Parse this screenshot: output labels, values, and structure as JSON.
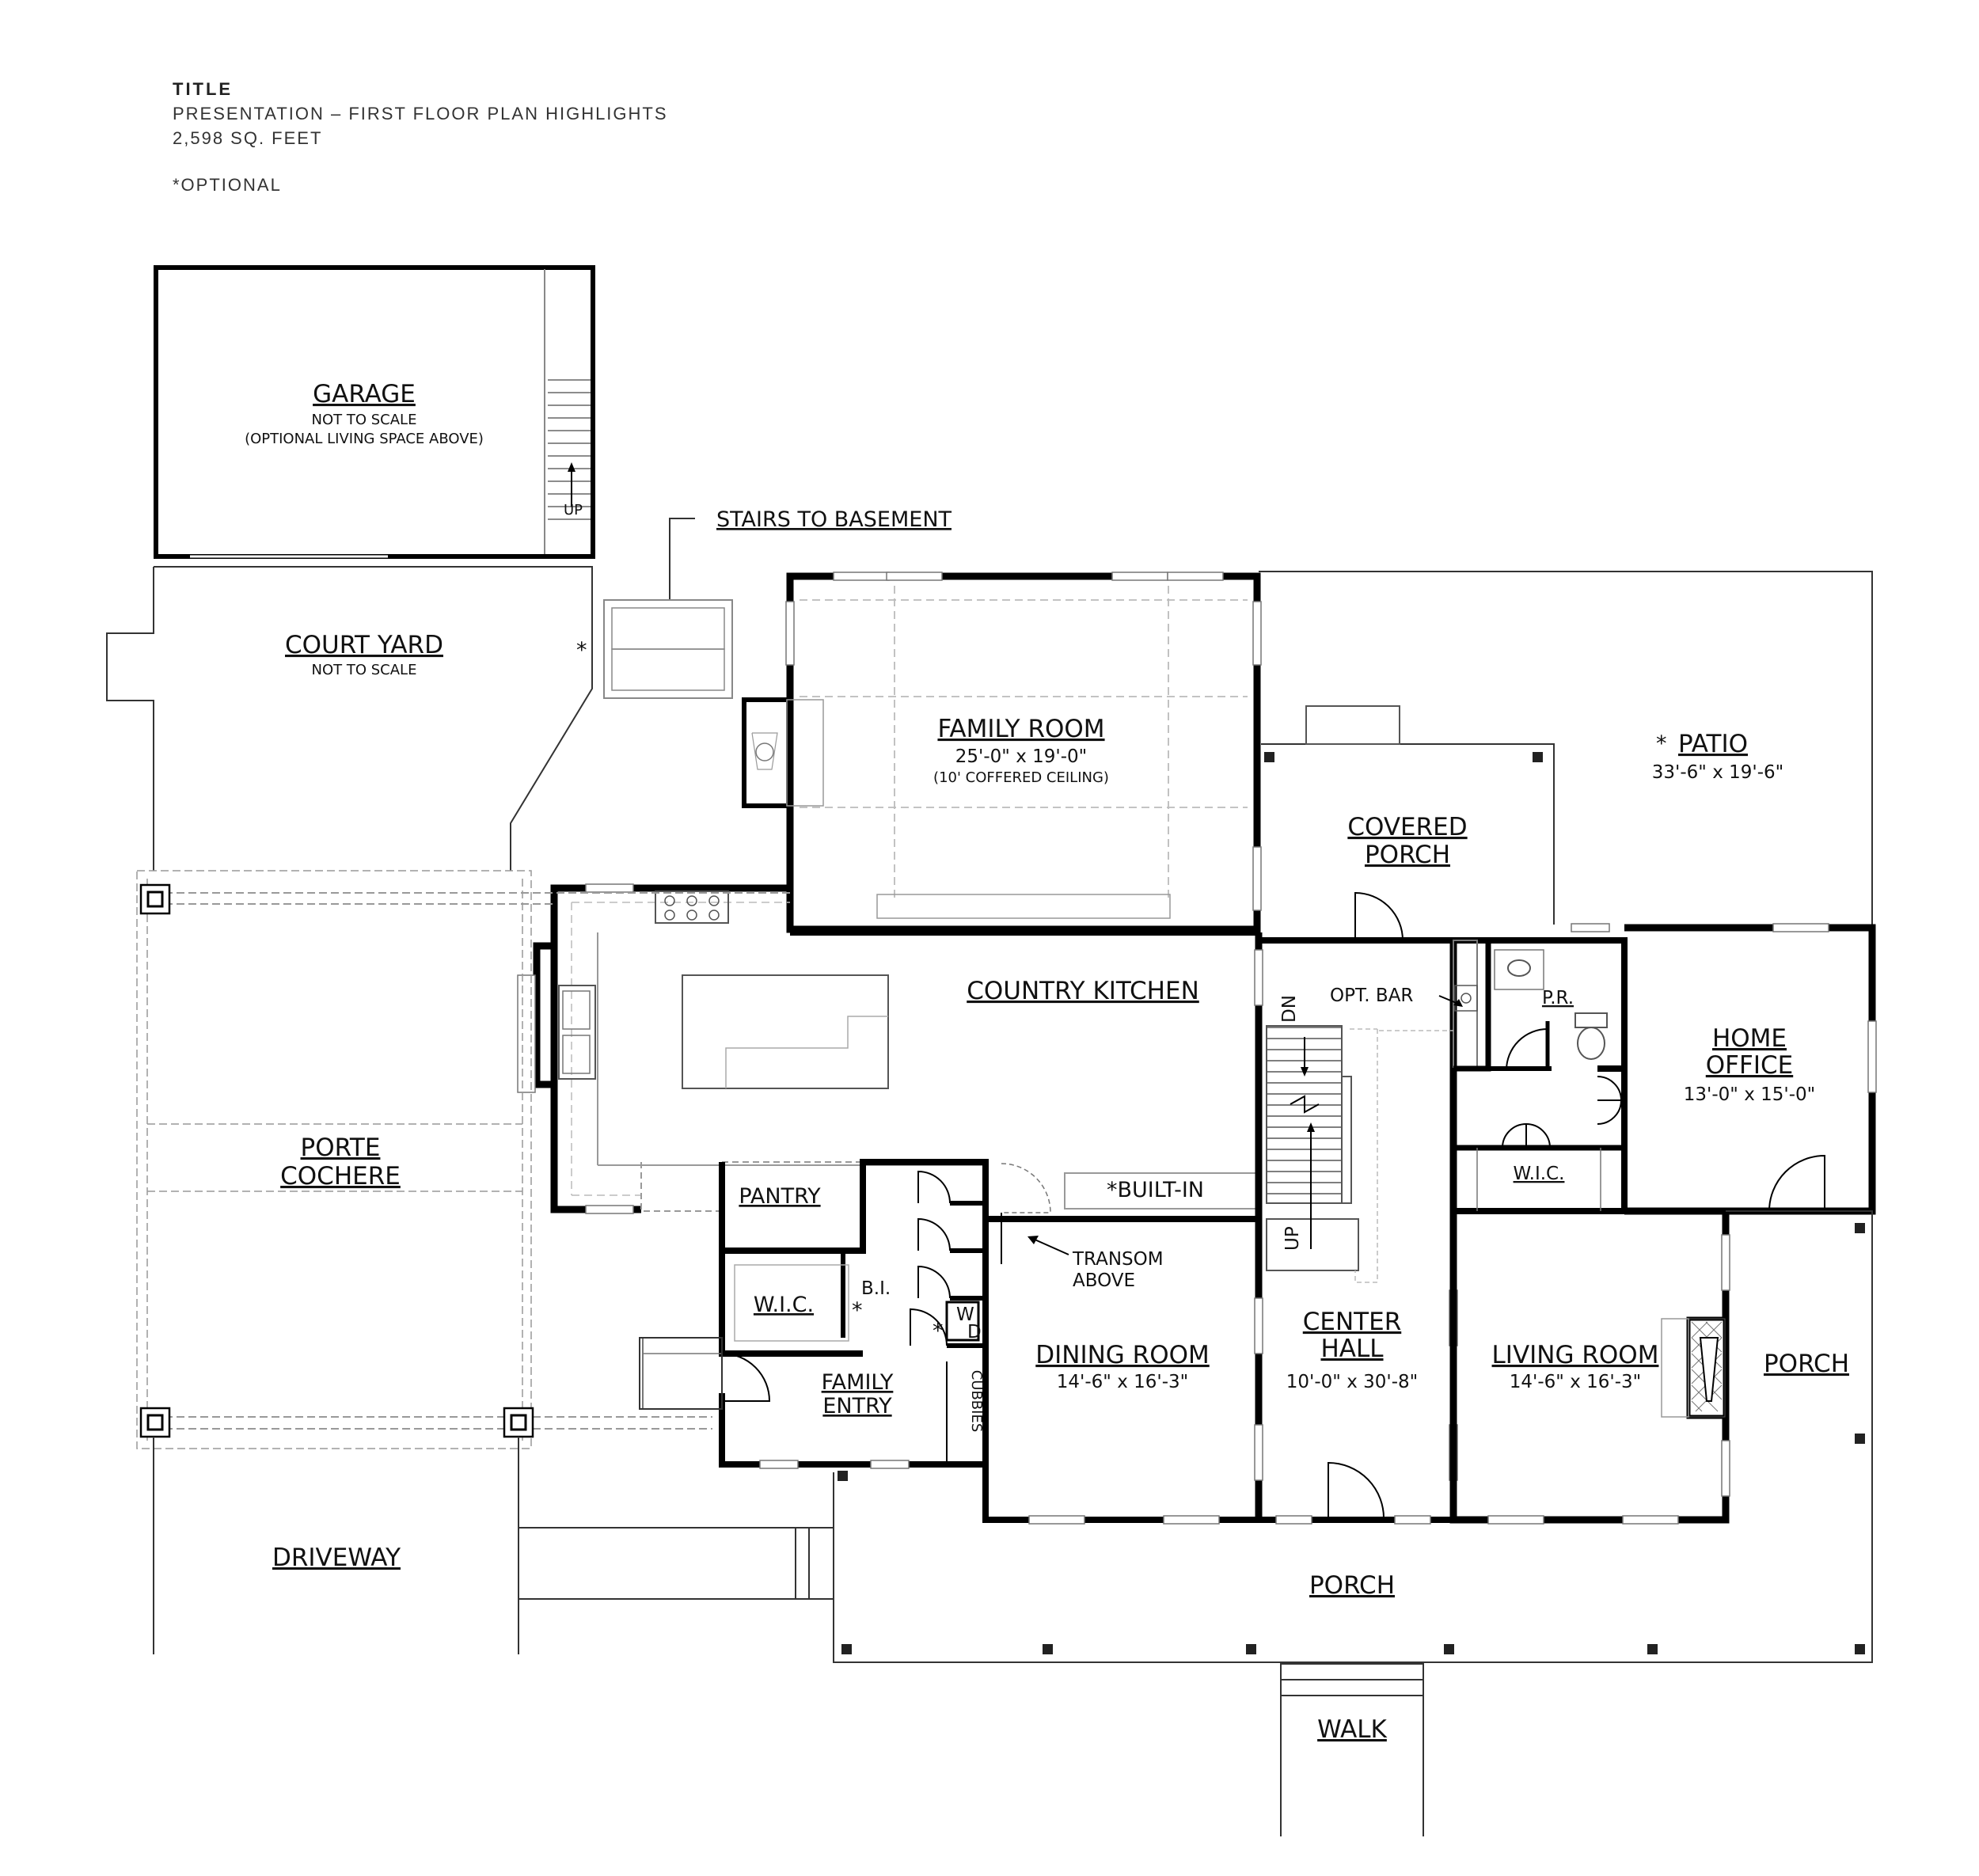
{
  "header": {
    "label": "TITLE",
    "line1": "PRESENTATION – FIRST FLOOR PLAN HIGHLIGHTS",
    "line2": "2,598 SQ. FEET",
    "note": "*OPTIONAL"
  },
  "rooms": {
    "garage": {
      "name": "GARAGE",
      "sub1": "NOT TO SCALE",
      "sub2": "(OPTIONAL LIVING SPACE ABOVE)"
    },
    "stairs_basement": "STAIRS TO BASEMENT",
    "court_yard": {
      "name": "COURT YARD",
      "sub": "NOT TO SCALE",
      "marker": "*"
    },
    "family_room": {
      "name": "FAMILY ROOM",
      "dims": "25'-0\" x 19'-0\"",
      "note": "(10' COFFERED CEILING)"
    },
    "patio": {
      "name": "PATIO",
      "marker": "*",
      "dims": "33'-6\" x 19'-6\""
    },
    "covered_porch": {
      "line1": "COVERED",
      "line2": "PORCH"
    },
    "country_kitchen": "COUNTRY KITCHEN",
    "opt_bar": "OPT. BAR",
    "pr": "P.R.",
    "home_office": {
      "line1": "HOME",
      "line2": "OFFICE",
      "dims": "13'-0\" x 15'-0\""
    },
    "porte_cochere": {
      "line1": "PORTE",
      "line2": "COCHERE"
    },
    "pantry": "PANTRY",
    "built_in": "*BUILT-IN",
    "transom": {
      "line1": "TRANSOM",
      "line2": "ABOVE"
    },
    "wic_left": "W.I.C.",
    "wic_right": "W.I.C.",
    "bi": "B.I.",
    "bi_marker": "*",
    "wd": {
      "w": "W",
      "d": "D",
      "marker": "*"
    },
    "family_entry": {
      "line1": "FAMILY",
      "line2": "ENTRY"
    },
    "cubbies": "CUBBIES",
    "dining_room": {
      "name": "DINING ROOM",
      "dims": "14'-6\" x 16'-3\""
    },
    "center_hall": {
      "line1": "CENTER",
      "line2": "HALL",
      "dims": "10'-0\" x 30'-8\""
    },
    "living_room": {
      "name": "LIVING ROOM",
      "dims": "14'-6\" x 16'-3\""
    },
    "porch_right": "PORCH",
    "porch_front": "PORCH",
    "driveway": "DRIVEWAY",
    "walk": "WALK",
    "stair_dn": "DN",
    "stair_up": "UP",
    "garage_stair_up": "UP"
  }
}
